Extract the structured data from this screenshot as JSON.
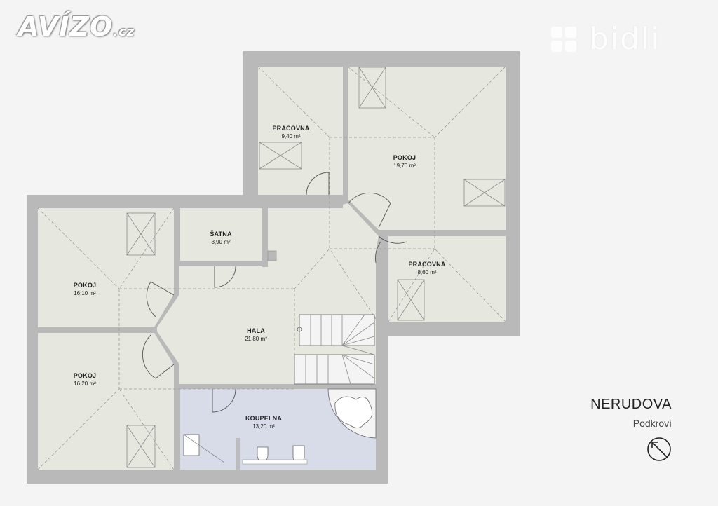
{
  "branding": {
    "left_logo": "AVÍZO",
    "left_logo_suffix": ".cz",
    "right_logo": "bidli"
  },
  "plan": {
    "title": "NERUDOVA",
    "subtitle": "Podkroví"
  },
  "rooms": [
    {
      "id": "pracovna-top",
      "name": "PRACOVNA",
      "area": "9,40 m²"
    },
    {
      "id": "pokoj-top-right",
      "name": "POKOJ",
      "area": "19,70 m²"
    },
    {
      "id": "satna",
      "name": "ŠATNA",
      "area": "3,90 m²"
    },
    {
      "id": "pracovna-right",
      "name": "PRACOVNA",
      "area": "8,60 m²"
    },
    {
      "id": "pokoj-left-top",
      "name": "POKOJ",
      "area": "16,10 m²"
    },
    {
      "id": "hala",
      "name": "HALA",
      "area": "21,80 m²"
    },
    {
      "id": "pokoj-left-bottom",
      "name": "POKOJ",
      "area": "16,20 m²"
    },
    {
      "id": "koupelna",
      "name": "KOUPELNA",
      "area": "13,20 m²"
    }
  ],
  "icons": {
    "compass": "north-arrow-icon"
  }
}
